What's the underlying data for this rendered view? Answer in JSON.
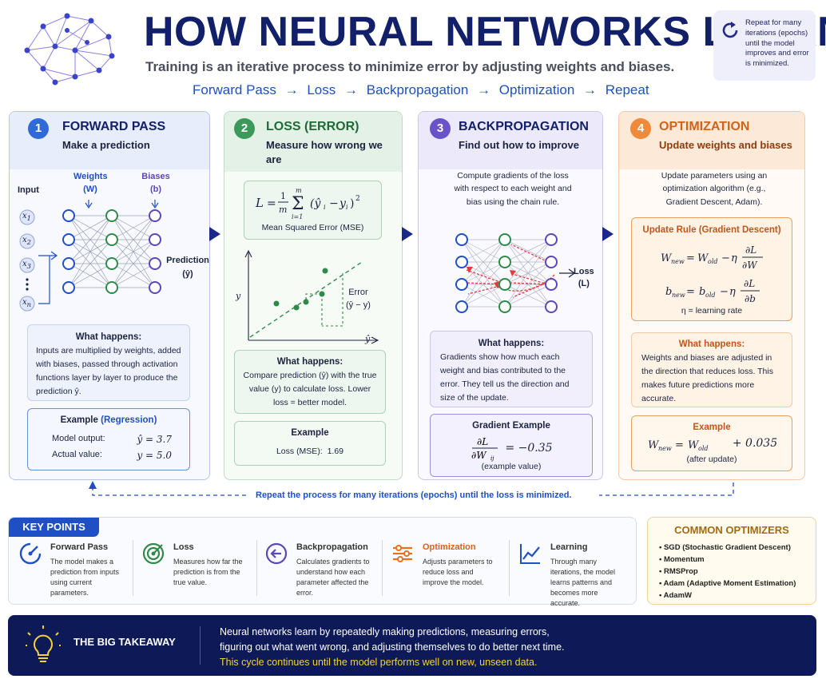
{
  "header": {
    "title": "HOW NEURAL NETWORKS LEARN",
    "subtitle": "Training is an iterative process to minimize error by adjusting weights and biases.",
    "flow": [
      "Forward Pass",
      "Loss",
      "Backpropagation",
      "Optimization",
      "Repeat"
    ],
    "flow_sep": "→",
    "repeat_note": "Repeat for many iterations (epochs) until the model improves and error is minimized."
  },
  "cards": {
    "forward": {
      "number": "1",
      "title": "FORWARD PASS",
      "subtitle": "Make a prediction",
      "labels": {
        "input": "Input",
        "weights": "Weights",
        "weights_sym": "(W)",
        "biases": "Biases",
        "biases_sym": "(b)",
        "prediction": "Prediction",
        "prediction_sym": "(ŷ)"
      },
      "inputs": [
        "x",
        "x",
        "x",
        "x"
      ],
      "input_subs": [
        "1",
        "2",
        "3",
        "n"
      ],
      "what_title": "What happens:",
      "what_text": "Inputs are multiplied by weights, added with biases, passed through activation functions layer by layer to produce the prediction ŷ.",
      "example_title": "Example",
      "example_title2": "(Regression)",
      "model_output_label": "Model output:",
      "model_output_value": "ŷ = 3.7",
      "actual_label": "Actual value:",
      "actual_value": "y = 5.0"
    },
    "loss": {
      "number": "2",
      "title": "LOSS (ERROR)",
      "subtitle": "Measure how wrong we are",
      "formula_caption": "Mean Squared Error (MSE)",
      "plot": {
        "y_label": "y",
        "x_label": "ŷ",
        "error_label": "Error",
        "error_sym": "(ŷ − y)"
      },
      "what_title": "What happens:",
      "what_text": "Compare prediction (ŷ) with the true value (y) to calculate loss. Lower loss = better model.",
      "example_title": "Example",
      "example_label": "Loss (MSE):",
      "example_value": "1.69"
    },
    "backprop": {
      "number": "3",
      "title": "BACKPROPAGATION",
      "subtitle": "Find out how to improve",
      "desc": "Compute gradients of the loss with respect to each weight and bias using the chain rule.",
      "loss_label": "Loss",
      "loss_sym": "(L)",
      "what_title": "What happens:",
      "what_text": "Gradients show how much each weight and bias contributed to the error. They tell us the direction and size of the update.",
      "example_title": "Gradient Example",
      "example_value": "= −0.35",
      "example_note": "(example value)"
    },
    "optim": {
      "number": "4",
      "title": "OPTIMIZATION",
      "subtitle": "Update weights and biases",
      "desc": "Update parameters using an optimization algorithm (e.g., Gradient Descent, Adam).",
      "rule_title": "Update Rule (Gradient Descent)",
      "eta_note": "η = learning rate",
      "what_title": "What happens:",
      "what_text": "Weights and biases are adjusted in the direction that reduces loss. This makes future predictions more accurate.",
      "example_title": "Example",
      "example_value": "+ 0.035",
      "example_note": "(after update)"
    }
  },
  "loop_text": "Repeat the process for many iterations (epochs) until the loss is minimized.",
  "key_points": {
    "title": "KEY POINTS",
    "items": [
      {
        "title": "Forward Pass",
        "text": "The model makes a prediction from inputs using current parameters.",
        "icon": "gauge-icon"
      },
      {
        "title": "Loss",
        "text": "Measures how far the prediction is from the true value.",
        "icon": "target-icon"
      },
      {
        "title": "Backpropagation",
        "text": "Calculates gradients to understand how each parameter affected the error.",
        "icon": "back-arrow-icon"
      },
      {
        "title": "Optimization",
        "text": "Adjusts parameters to reduce loss and improve the model.",
        "icon": "sliders-icon"
      },
      {
        "title": "Learning",
        "text": "Through many iterations, the model learns patterns and becomes more accurate.",
        "icon": "trend-icon"
      }
    ]
  },
  "optimizers": {
    "title": "COMMON OPTIMIZERS",
    "items": [
      "SGD (Stochastic Gradient Descent)",
      "Momentum",
      "RMSProp",
      "Adam (Adaptive Moment Estimation)",
      "AdamW"
    ]
  },
  "takeaway": {
    "label": "THE BIG TAKEAWAY",
    "line1": "Neural networks learn by repeatedly making predictions, measuring errors,",
    "line2": "figuring out what went wrong, and adjusting themselves to do better next time.",
    "line3": "This cycle continues until the model performs well on new, unseen data."
  },
  "colors": {
    "navy": "#12206a",
    "blue": "#1f4fc4",
    "green": "#2f8a4a",
    "purple": "#5b47b8",
    "orange": "#e8721c",
    "yellow": "#f2d33a"
  }
}
